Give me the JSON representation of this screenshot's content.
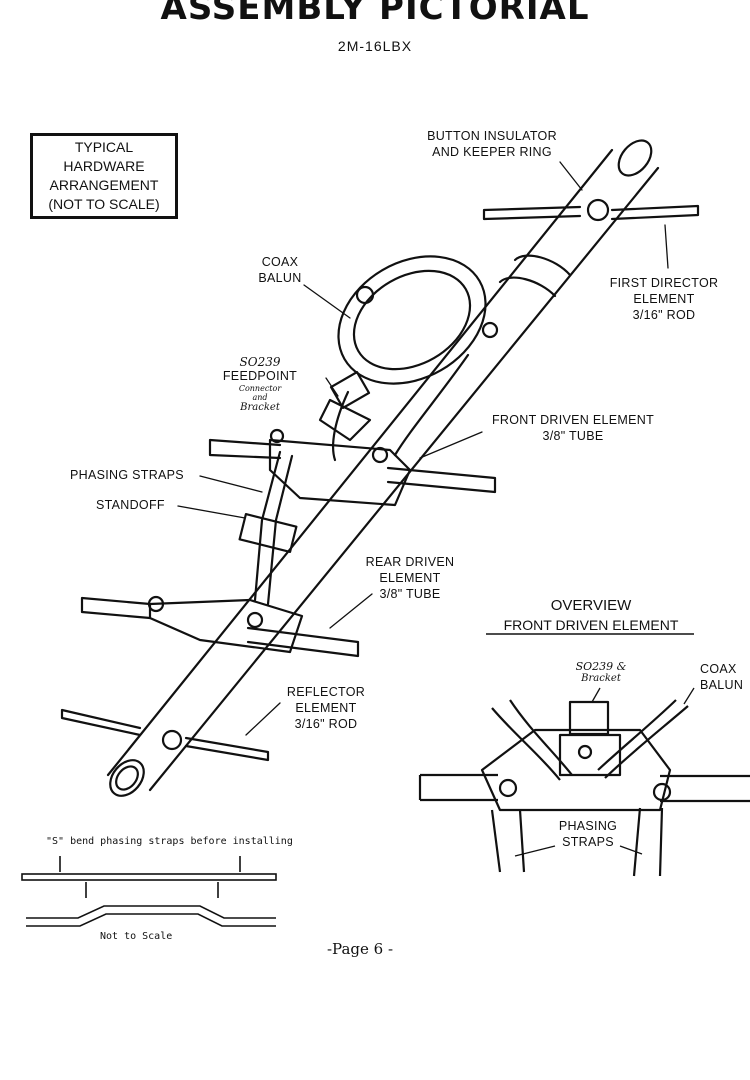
{
  "document": {
    "title": "ASSEMBLY PICTORIAL",
    "model": "2M-16LBX",
    "page_label": "-Page 6 -"
  },
  "hardware_box": [
    "TYPICAL",
    "HARDWARE",
    "ARRANGEMENT",
    "(NOT TO SCALE)"
  ],
  "callouts": {
    "button_insulator": [
      "BUTTON INSULATOR",
      "AND KEEPER RING"
    ],
    "first_director": [
      "FIRST DIRECTOR",
      "ELEMENT",
      "3/16\" ROD"
    ],
    "coax_balun": [
      "COAX",
      "BALUN"
    ],
    "feedpoint": [
      "SO239",
      "FEEDPOINT",
      "Connector",
      "and",
      "Bracket"
    ],
    "front_driven": [
      "FRONT DRIVEN ELEMENT",
      "3/8\" TUBE"
    ],
    "phasing_straps": "PHASING STRAPS",
    "standoff": "STANDOFF",
    "rear_driven": [
      "REAR DRIVEN",
      "ELEMENT",
      "3/8\" TUBE"
    ],
    "reflector": [
      "REFLECTOR",
      "ELEMENT",
      "3/16\" ROD"
    ]
  },
  "overview": {
    "title": "OVERVIEW",
    "subtitle": "FRONT DRIVEN ELEMENT",
    "so239": [
      "SO239 &",
      "Bracket"
    ],
    "coax_balun": [
      "COAX",
      "BALUN"
    ],
    "phasing_straps": [
      "PHASING",
      "STRAPS"
    ]
  },
  "strap_note": {
    "top": "\"S\" bend phasing straps before installing",
    "bottom": "Not to Scale"
  }
}
